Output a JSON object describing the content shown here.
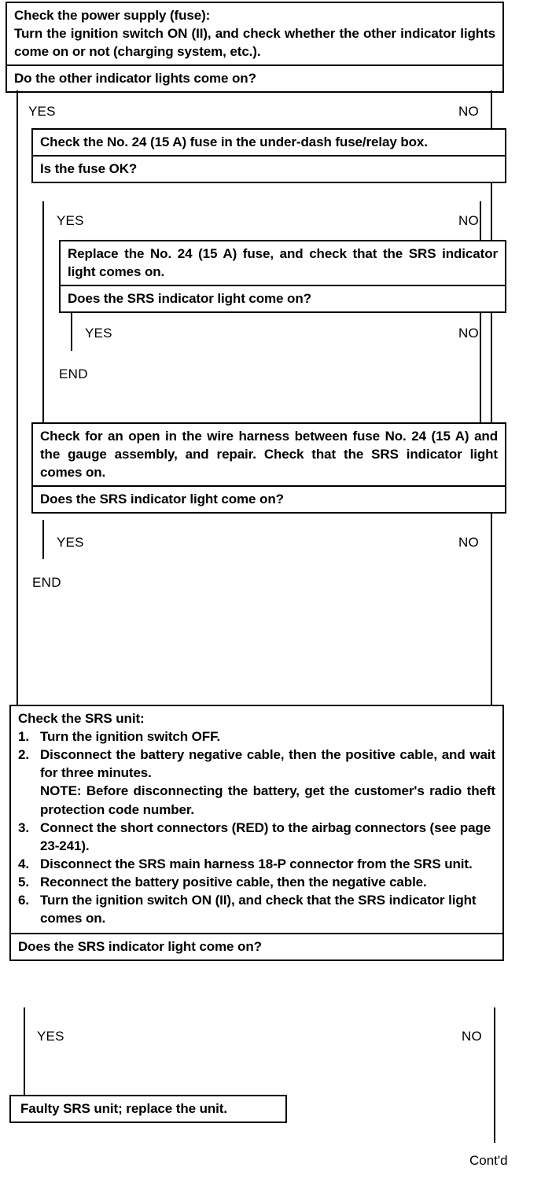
{
  "document": {
    "type": "troubleshooting-flowchart",
    "subject": "SRS indicator light",
    "continuation_label": "Cont'd"
  },
  "nodes": {
    "n1": {
      "action_title": "Check the power supply (fuse):",
      "action_body": "Turn the ignition switch ON (II), and check whether the other indicator lights come on or not (charging system, etc.).",
      "question": "Do the other indicator lights come on?",
      "yes_label": "YES",
      "no_label": "NO"
    },
    "n2": {
      "action": "Check the No. 24 (15 A) fuse in the under-dash fuse/relay box.",
      "question": "Is the fuse OK?",
      "yes_label": "YES",
      "no_label": "NO"
    },
    "n3": {
      "action": "Replace the No. 24 (15 A) fuse, and check that the SRS indicator light comes on.",
      "question": "Does the SRS indicator light come on?",
      "yes_label": "YES",
      "no_label": "NO",
      "yes_result": "END"
    },
    "n4": {
      "action": "Check for an open in the wire harness between fuse No. 24 (15 A) and the gauge assembly, and repair. Check that the SRS indicator light comes on.",
      "question": "Does the SRS indicator light come on?",
      "yes_label": "YES",
      "no_label": "NO",
      "yes_result": "END"
    },
    "n5": {
      "title": "Check the SRS unit:",
      "steps": [
        {
          "num": "1.",
          "text": "Turn the ignition switch OFF."
        },
        {
          "num": "2.",
          "text": "Disconnect the battery negative cable, then the positive cable, and wait for three minutes.",
          "note": "NOTE: Before disconnecting the battery, get the customer's radio theft protection code number."
        },
        {
          "num": "3.",
          "text": "Connect the short connectors (RED) to the airbag connectors (see page 23-241)."
        },
        {
          "num": "4.",
          "text": "Disconnect the SRS main harness 18-P connector from the SRS unit."
        },
        {
          "num": "5.",
          "text": "Reconnect the battery positive cable, then the negative cable."
        },
        {
          "num": "6.",
          "text": "Turn the ignition switch ON (II), and check that the SRS indicator light comes on."
        }
      ],
      "question": "Does the SRS indicator light come on?",
      "yes_label": "YES",
      "no_label": "NO"
    },
    "n6": {
      "result": "Faulty SRS unit; replace the unit."
    }
  }
}
